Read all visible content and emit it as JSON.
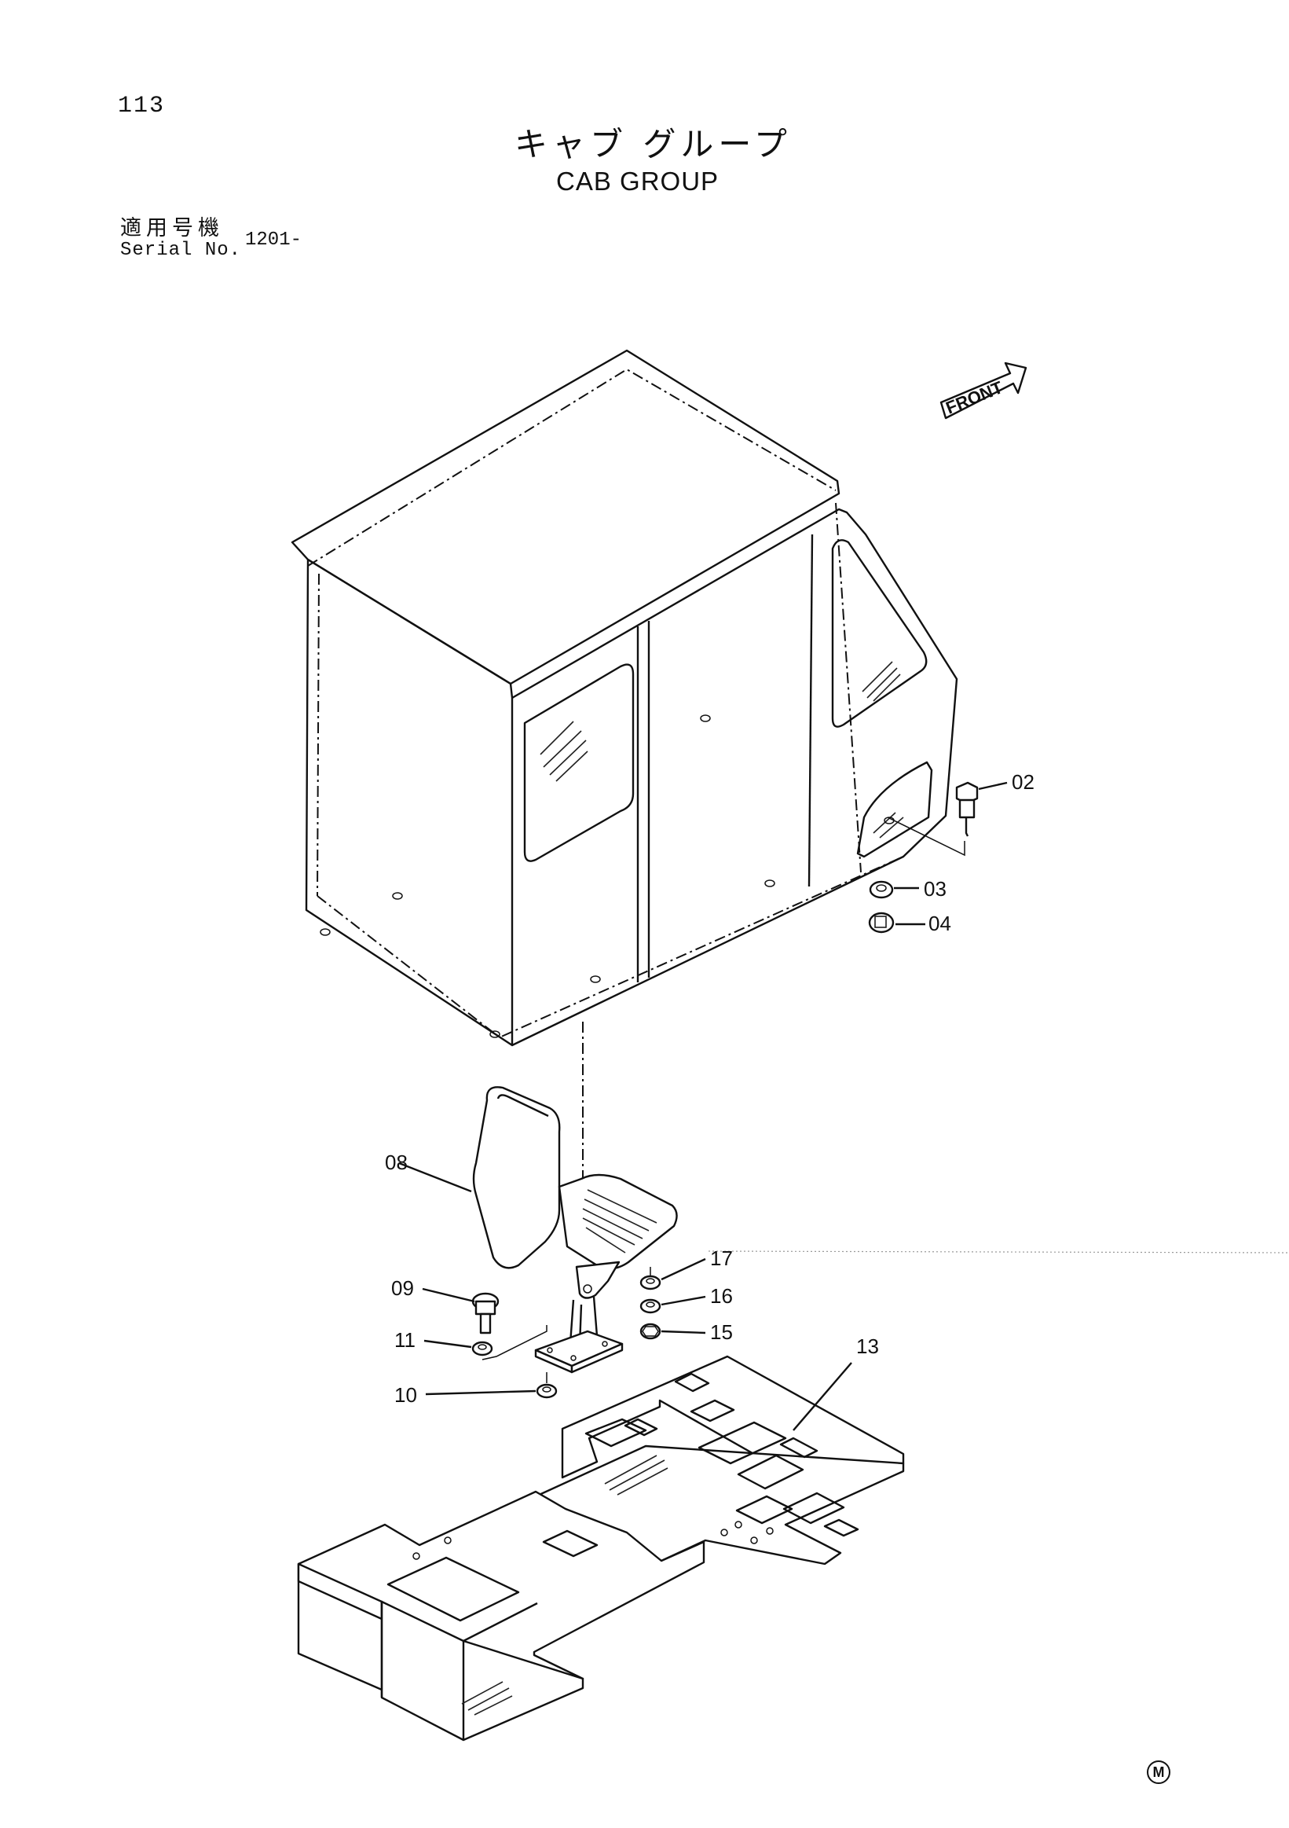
{
  "header": {
    "page_number": "113",
    "title_jp": "キャブ グループ",
    "title_en": "CAB GROUP"
  },
  "serial": {
    "label_jp": "適用号機",
    "label_en": "Serial No.",
    "value": "1201-"
  },
  "front_arrow_text": "FRONT",
  "callouts": [
    "02",
    "03",
    "04",
    "08",
    "09",
    "11",
    "10",
    "17",
    "16",
    "15",
    "13"
  ],
  "footer_mark": "M"
}
